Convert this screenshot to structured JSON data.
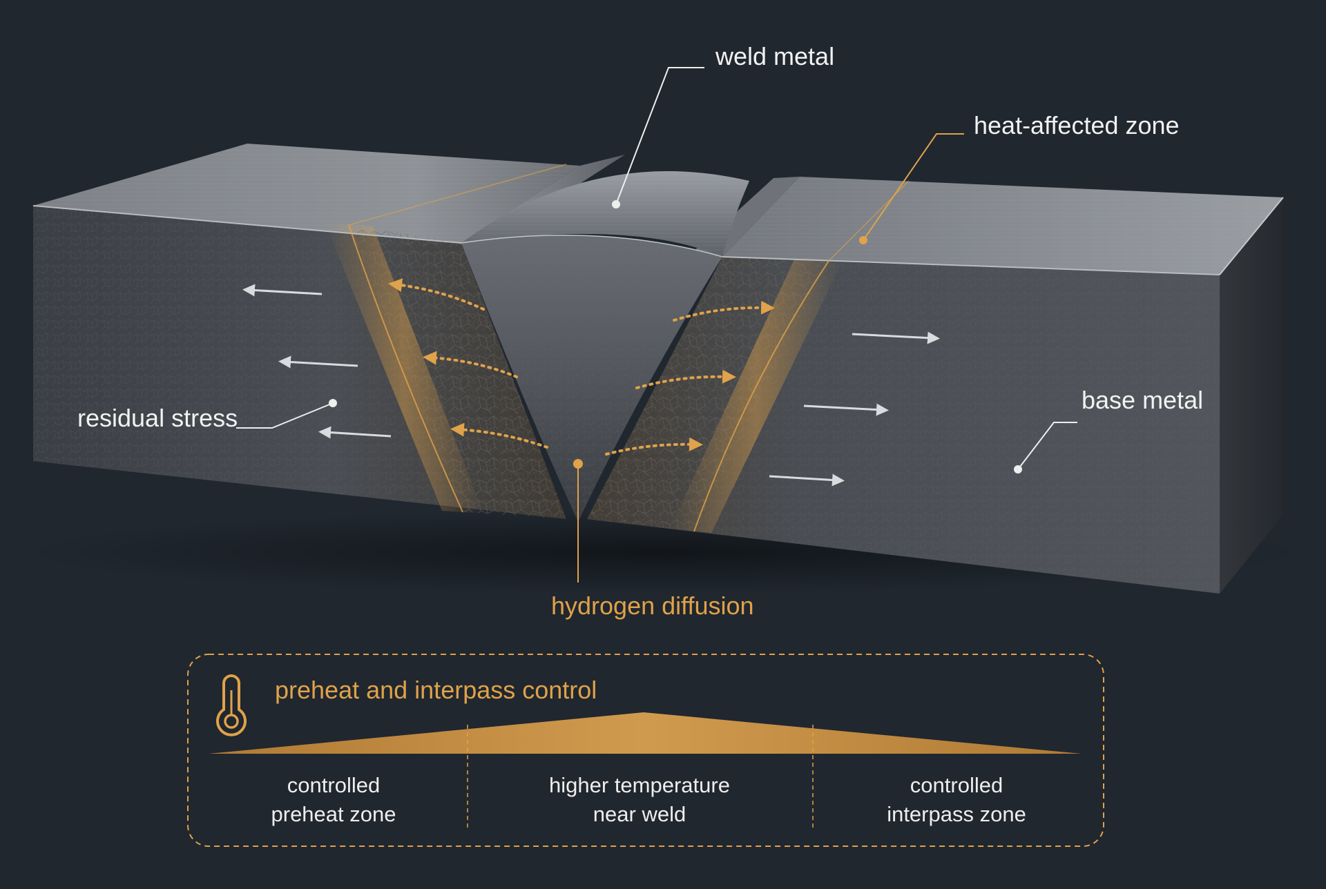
{
  "labels": {
    "weld_metal": "weld metal",
    "heat_affected_zone": "heat-affected zone",
    "residual_stress": "residual stress",
    "base_metal": "base metal",
    "hydrogen_diffusion": "hydrogen diffusion"
  },
  "panel": {
    "title": "preheat and interpass control",
    "icon": "thermometer-icon",
    "zones": [
      {
        "line1": "controlled",
        "line2": "preheat zone"
      },
      {
        "line1": "higher temperature",
        "line2": "near weld"
      },
      {
        "line1": "controlled",
        "line2": "interpass zone"
      }
    ]
  },
  "colors": {
    "background": "#20272f",
    "accent": "#e0a24a",
    "steel": "#4b4f55",
    "label_text": "#f2f2f2"
  }
}
